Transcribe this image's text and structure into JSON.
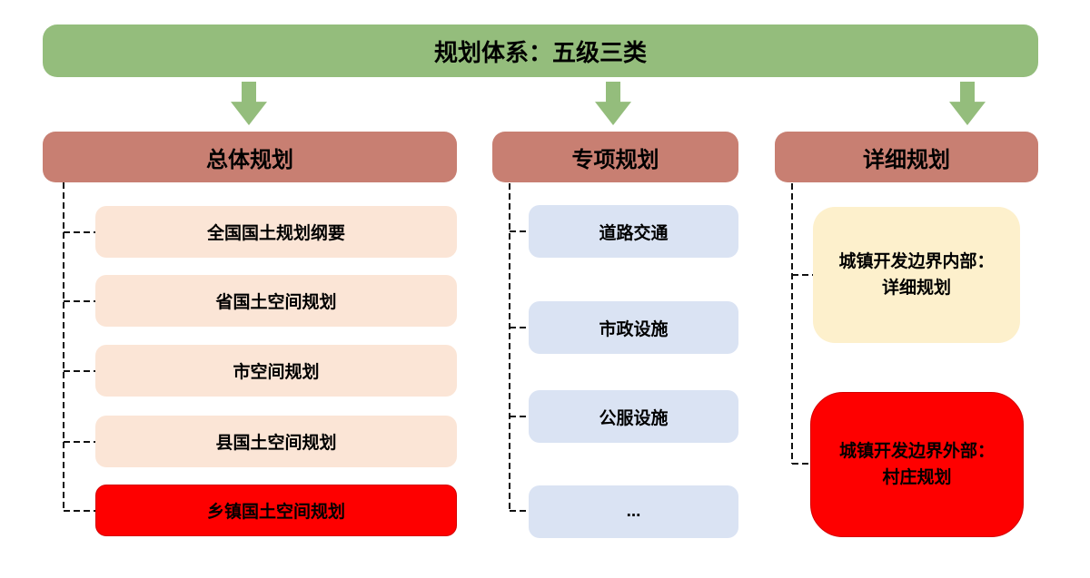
{
  "banner": {
    "label": "规划体系：五级三类"
  },
  "icons": {
    "down_arrow": "block-arrow-down"
  },
  "columns": [
    {
      "header": "总体规划",
      "items": [
        {
          "label": "全国国土规划纲要"
        },
        {
          "label": "省国土空间规划"
        },
        {
          "label": "市空间规划"
        },
        {
          "label": "县国土空间规划"
        },
        {
          "label": "乡镇国土空间规划"
        }
      ]
    },
    {
      "header": "专项规划",
      "items": [
        {
          "label": "道路交通"
        },
        {
          "label": "市政设施"
        },
        {
          "label": "公服设施"
        },
        {
          "label": "..."
        }
      ]
    },
    {
      "header": "详细规划",
      "items": [
        {
          "line1": "城镇开发边界内部：",
          "line2": "详细规划"
        },
        {
          "line1": "城镇开发边界外部：",
          "line2": "村庄规划"
        }
      ]
    }
  ],
  "colors": {
    "banner_green": "#94bd7c",
    "header_salmon": "#c87f72",
    "item_peach": "#fbe5d6",
    "item_blue": "#dae3f3",
    "item_yellow": "#fdf0cc",
    "item_red": "#fe0000",
    "connector_black": "#111111",
    "text_black": "#000000",
    "background": "#ffffff"
  }
}
